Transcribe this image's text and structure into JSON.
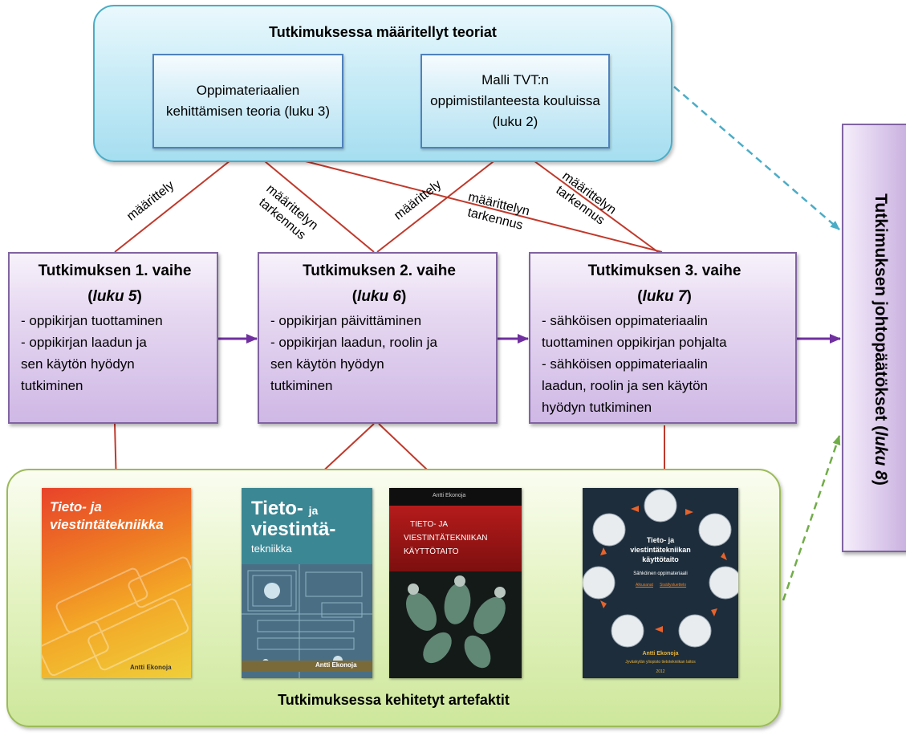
{
  "theories": {
    "title": "Tutkimuksessa määritellyt teoriat",
    "theory1": "Oppimateriaalien kehittämisen teoria (luku 3)",
    "theory2": "Malli TVT:n oppimistilanteesta kouluissa (luku 2)"
  },
  "phases": [
    {
      "title_main": "Tutkimuksen 1. vaihe (",
      "title_ref": "luku 5",
      "title_end": ")",
      "items": [
        "- oppikirjan tuottaminen",
        "- oppikirjan laadun ja\nsen käytön hyödyn\ntutkiminen"
      ]
    },
    {
      "title_main": "Tutkimuksen 2. vaihe (",
      "title_ref": "luku 6",
      "title_end": ")",
      "items": [
        "- oppikirjan päivittäminen",
        "- oppikirjan laadun, roolin ja\nsen käytön hyödyn\ntutkiminen"
      ]
    },
    {
      "title_main": "Tutkimuksen 3. vaihe (",
      "title_ref": "luku 7",
      "title_end": ")",
      "items": [
        "- sähköisen oppimateriaalin\ntuottaminen oppikirjan pohjalta",
        "- sähköisen oppimateriaalin\nlaadun, roolin ja sen käytön\nhyödyn tutkiminen"
      ]
    }
  ],
  "conclusion": {
    "main": "Tutkimuksen johtopäätökset (",
    "ref": "luku 8",
    "end": ")"
  },
  "artifacts": {
    "title": "Tutkimuksessa kehitetyt artefaktit",
    "book1": {
      "title1": "Tieto- ja",
      "title2": "viestintätekniikka",
      "author": "Antti Ekonoja"
    },
    "book2": {
      "title1": "Tieto-",
      "title1b": "ja",
      "title2": "viestintä-",
      "title3": "tekniikka",
      "author": "Antti Ekonoja"
    },
    "book3": {
      "author": "Antti Ekonoja",
      "title1": "TIETO- JA",
      "title2": "VIESTINTÄTEKNIIKAN",
      "title3": "KÄYTTÖTAITO"
    },
    "book4": {
      "title1": "Tieto- ja",
      "title2": "viestintätekniikan",
      "title3": "käyttötaito",
      "subtitle": "Sähköinen oppimateriaali",
      "link1": "Alkusanat",
      "link2": "Sisällysluettelo",
      "author": "Antti Ekonoja",
      "publisher": "Jyväskylän yliopisto tietotekniikan laitos",
      "year": "2012"
    }
  },
  "edge_labels": {
    "maarittely": "määrittely",
    "tarkennus_line1": "määrittelyn",
    "tarkennus_line2": "tarkennus"
  },
  "colors": {
    "theory_border": "#4bacc6",
    "phase_border": "#8064a2",
    "artifact_border": "#9bbb59",
    "arrow_red": "#c0392b",
    "arrow_purple": "#7030a0",
    "dashed_blue": "#4bacc6",
    "dashed_green": "#70ad47"
  }
}
